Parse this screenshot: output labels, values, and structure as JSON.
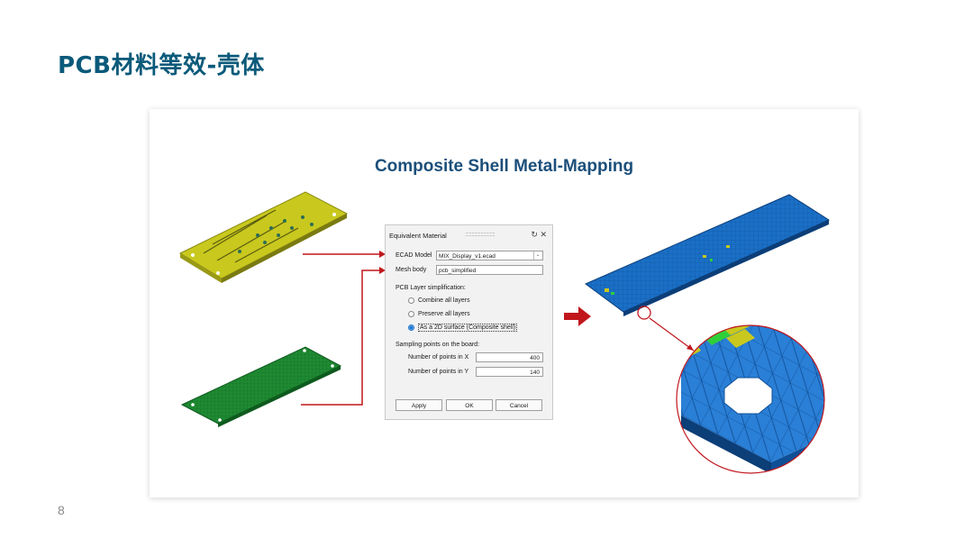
{
  "slide": {
    "title": "PCB材料等效-壳体",
    "page_number": "8"
  },
  "figure": {
    "title": "Composite Shell Metal-Mapping"
  },
  "dialog": {
    "title": "Equivalent Material",
    "ecad_model_label": "ECAD Model",
    "ecad_model_value": "MIX_Display_v1.ecad",
    "mesh_body_label": "Mesh body",
    "mesh_body_value": "pcb_simplified",
    "layer_simplification_label": "PCB Layer simplification:",
    "options": [
      "Combine all layers",
      "Preserve all layers",
      "As a 2D surface (Composite shell)"
    ],
    "selected_option_index": 2,
    "sampling_label": "Sampling points on the board:",
    "points_x_label": "Number of points in X",
    "points_x_value": "400",
    "points_y_label": "Number of points in Y",
    "points_y_value": "140",
    "apply_label": "Apply",
    "ok_label": "OK",
    "cancel_label": "Cancel"
  },
  "colors": {
    "title": "#0b5a7a",
    "figure_title": "#1b4f7a",
    "arrow_red": "#c0161c",
    "pcb_yellow": "#c8c81e",
    "pcb_green": "#1e8a32",
    "mesh_blue": "#1a6fc6"
  }
}
